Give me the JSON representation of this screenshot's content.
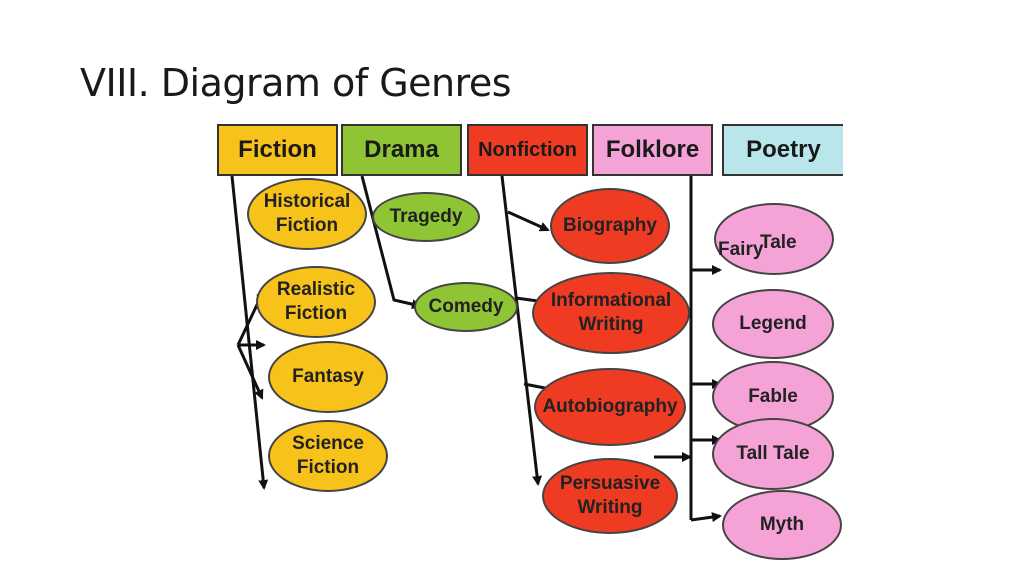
{
  "title": "VIII. Diagram of Genres",
  "headers": {
    "fiction": "Fiction",
    "drama": "Drama",
    "nonfiction": "Nonfiction",
    "folklore": "Folklore",
    "poetry": "Poetry"
  },
  "fiction": {
    "historical_1": "Historical",
    "historical_2": "Fiction",
    "realistic_1": "Realistic",
    "realistic_2": "Fiction",
    "fantasy": "Fantasy",
    "science_1": "Science",
    "science_2": "Fiction"
  },
  "drama": {
    "tragedy": "Tragedy",
    "comedy": "Comedy"
  },
  "nonfiction": {
    "biography": "Biography",
    "informational_1": "Informational",
    "informational_2": "Writing",
    "autobiography": "Autobiography",
    "persuasive_1": "Persuasive",
    "persuasive_2": "Writing"
  },
  "folklore": {
    "fairy": "Fairy",
    "tale": "Tale",
    "legend": "Legend",
    "fable": "Fable",
    "tall_tale": "Tall Tale",
    "myth": "Myth"
  },
  "colors": {
    "fiction": "#f7c21a",
    "drama": "#8fc434",
    "nonfiction": "#ef3b22",
    "folklore": "#f5a3d6",
    "poetry": "#b9e6ea"
  }
}
